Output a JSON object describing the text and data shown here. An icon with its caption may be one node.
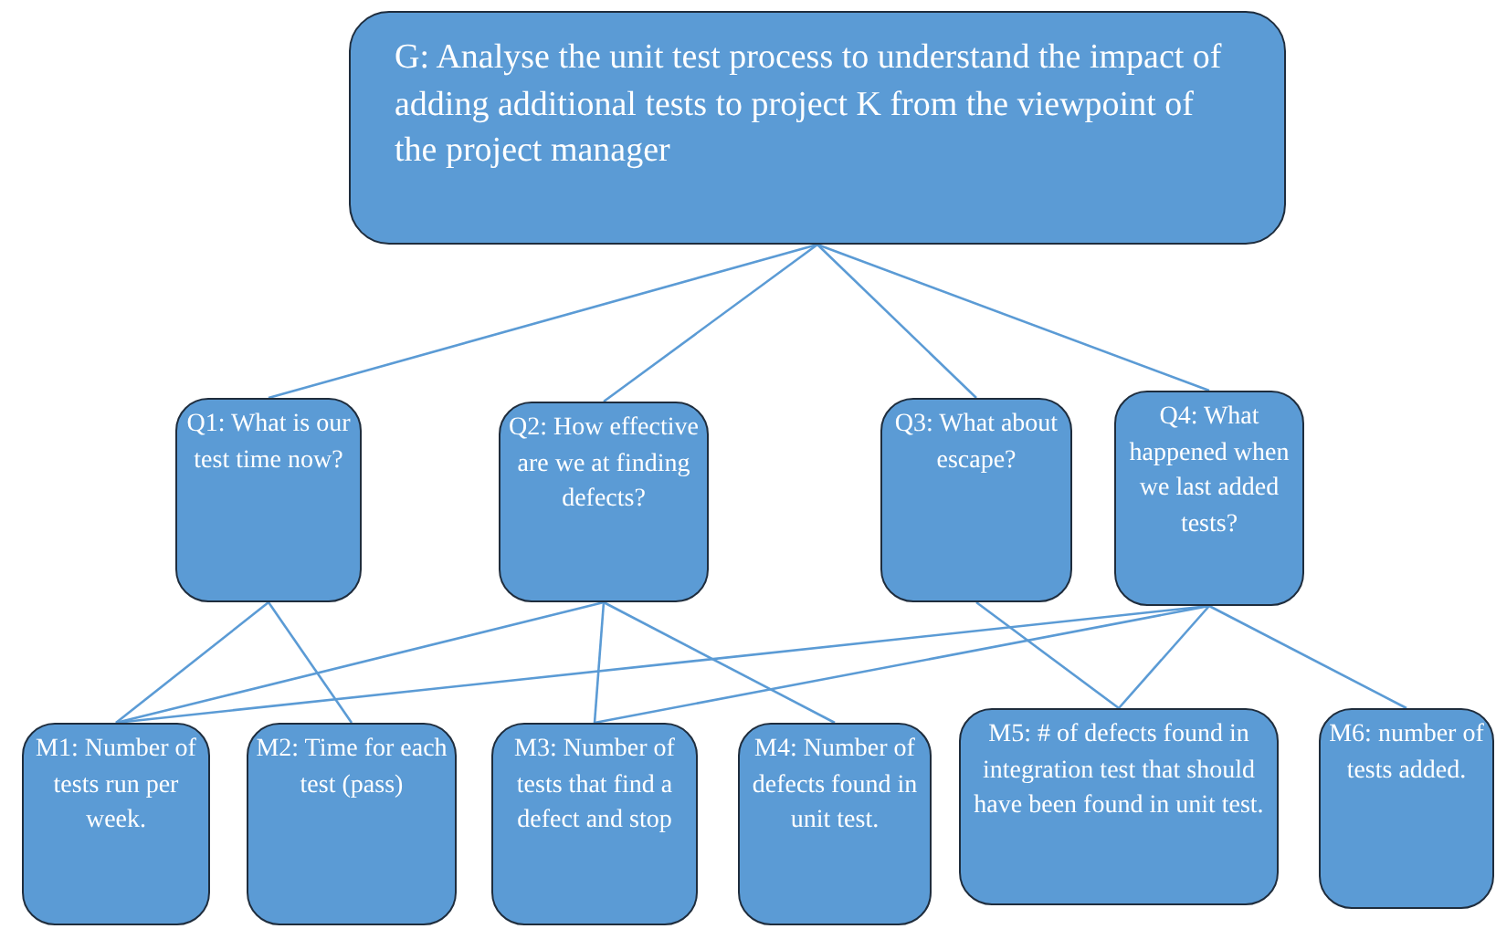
{
  "diagram": {
    "nodes": [
      {
        "text": [
          "G: Analyse the unit test process to understand the impact of adding additional tests to project K from the viewpoint of the project manager"
        ]
      },
      {
        "text": [
          "Q1: What is our test time now?"
        ]
      },
      {
        "text": [
          "Q2: How effective are we at finding defects?"
        ]
      },
      {
        "text": [
          "Q3: What about escape?"
        ]
      },
      {
        "text": [
          "Q4: What happened when we last added tests?"
        ]
      },
      {
        "text": [
          "M1: Number of tests run per week."
        ]
      },
      {
        "text": [
          "M2: Time for each test (pass)"
        ]
      },
      {
        "text": [
          "M3: Number of tests that find a defect and stop"
        ]
      },
      {
        "text": [
          "M4: Number of defects found in unit test."
        ]
      },
      {
        "text": [
          "M5: # of defects found in integration test that should have been found in unit test."
        ]
      },
      {
        "text": [
          "M6: number of tests added."
        ]
      }
    ],
    "edges": [
      {
        "from": 0,
        "to": 1,
        "arrow": "none"
      },
      {
        "from": 0,
        "to": 2,
        "arrow": "none"
      },
      {
        "from": 0,
        "to": 3,
        "arrow": "none"
      },
      {
        "from": 0,
        "to": 4,
        "arrow": "none"
      },
      {
        "from": 1,
        "to": 5,
        "arrow": "none"
      },
      {
        "from": 1,
        "to": 6,
        "arrow": "none"
      },
      {
        "from": 2,
        "to": 5,
        "arrow": "none"
      },
      {
        "from": 2,
        "to": 7,
        "arrow": "none"
      },
      {
        "from": 2,
        "to": 8,
        "arrow": "none"
      },
      {
        "from": 3,
        "to": 9,
        "arrow": "none"
      },
      {
        "from": 4,
        "to": 5,
        "arrow": "none"
      },
      {
        "from": 4,
        "to": 7,
        "arrow": "none"
      },
      {
        "from": 4,
        "to": 9,
        "arrow": "none"
      },
      {
        "from": 4,
        "to": 10,
        "arrow": "none"
      }
    ]
  }
}
